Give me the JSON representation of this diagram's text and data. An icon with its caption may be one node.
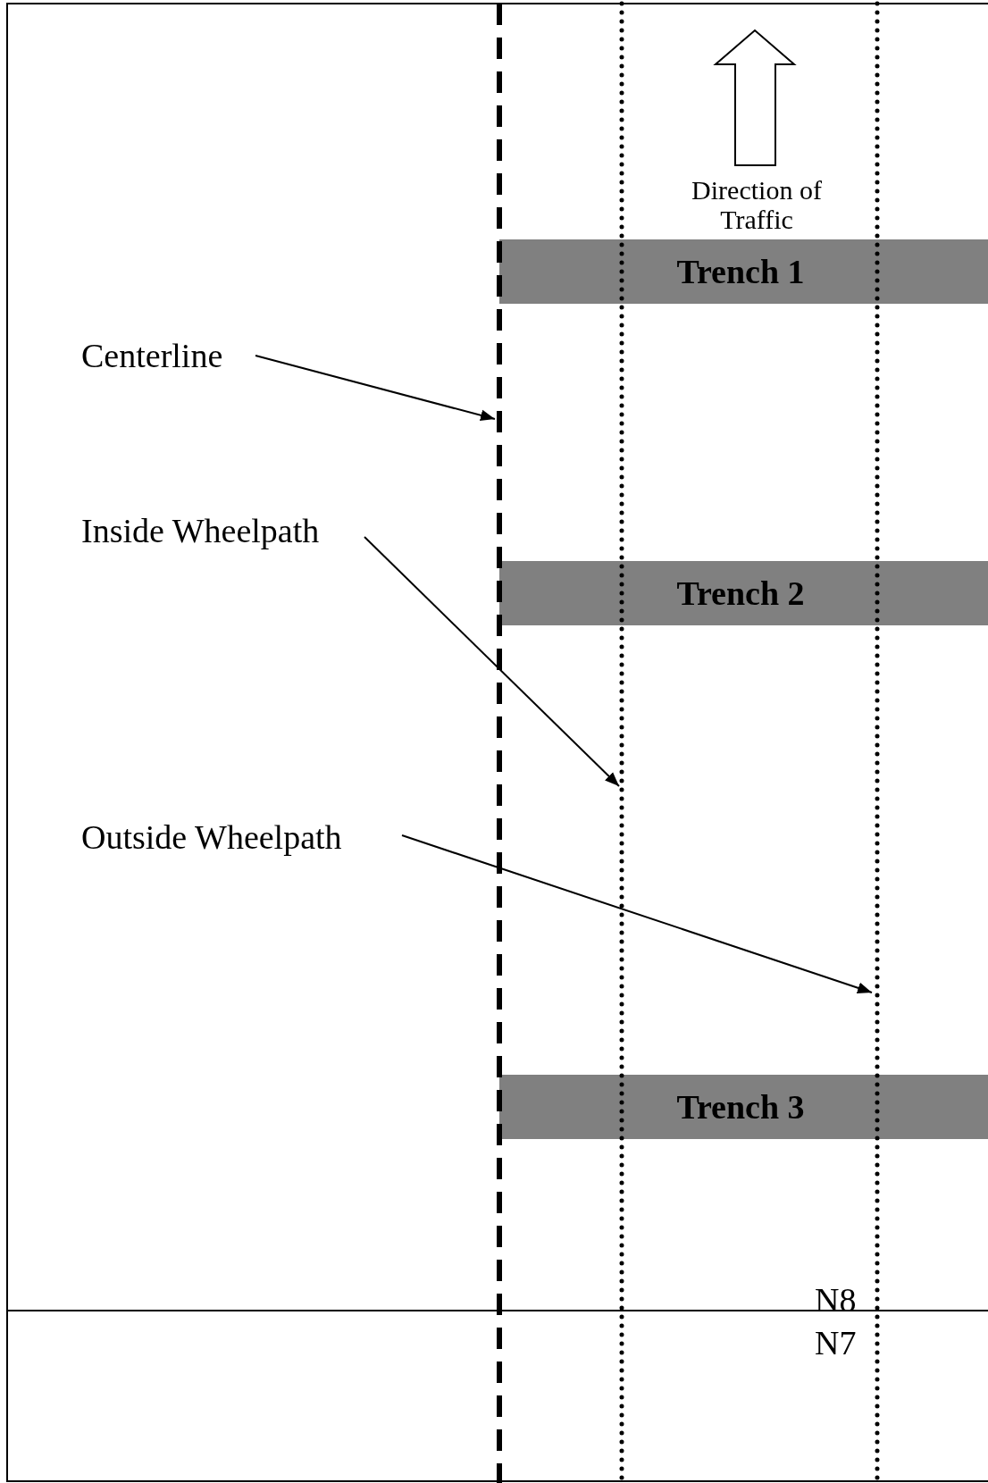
{
  "diagram": {
    "nodes": [
      {
        "text": [],
        "shape": "line"
      },
      {
        "text": [],
        "shape": "line"
      },
      {
        "text": [],
        "shape": "line"
      },
      {
        "text": [
          "Trench 1"
        ]
      },
      {
        "text": [
          "Centerline"
        ]
      },
      {
        "text": [
          "Inside Wheelpath"
        ]
      },
      {
        "text": [
          "Trench 2"
        ]
      },
      {
        "text": [
          "Outside Wheelpath"
        ]
      },
      {
        "text": [
          "Trench 3"
        ]
      }
    ],
    "edges": [
      {
        "from": 4,
        "to": 0,
        "arrow": "to"
      },
      {
        "from": 5,
        "to": 1,
        "arrow": "to"
      },
      {
        "from": 7,
        "to": 2,
        "arrow": "to"
      }
    ],
    "labels": [
      "Direction of Traffic",
      "N8",
      "N7"
    ]
  }
}
